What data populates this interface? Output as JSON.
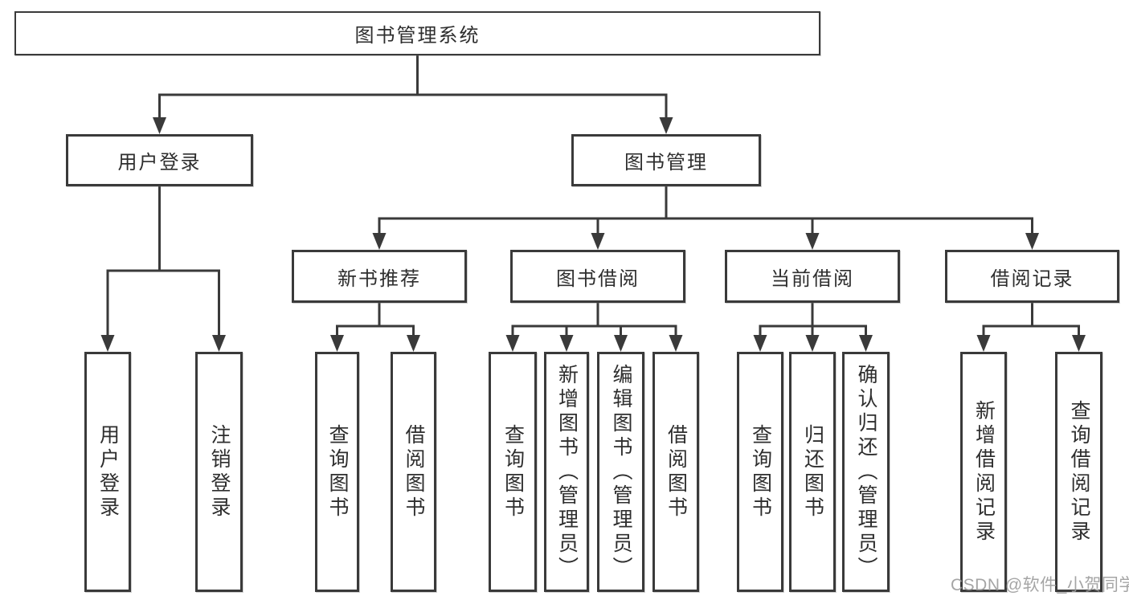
{
  "diagram": {
    "root": {
      "label": "图书管理系统"
    },
    "branches": [
      {
        "label": "用户登录",
        "children": [
          {
            "label": "用户登录"
          },
          {
            "label": "注销登录"
          }
        ]
      },
      {
        "label": "图书管理",
        "children": [
          {
            "label": "新书推荐",
            "children": [
              {
                "label": "查询图书"
              },
              {
                "label": "借阅图书"
              }
            ]
          },
          {
            "label": "图书借阅",
            "children": [
              {
                "label": "查询图书"
              },
              {
                "label": "新增图书（管理员）"
              },
              {
                "label": "编辑图书（管理员）"
              },
              {
                "label": "借阅图书"
              }
            ]
          },
          {
            "label": "当前借阅",
            "children": [
              {
                "label": "查询图书"
              },
              {
                "label": "归还图书"
              },
              {
                "label": "确认归还（管理员）"
              }
            ]
          },
          {
            "label": "借阅记录",
            "children": [
              {
                "label": "新增借阅记录"
              },
              {
                "label": "查询借阅记录"
              }
            ]
          }
        ]
      }
    ]
  },
  "watermark": {
    "text": "CSDN @软件_小贺同学"
  },
  "colors": {
    "line": "#3a3a3a",
    "border": "#3a3a3a",
    "text": "#2e2e2e",
    "background": "#ffffff"
  }
}
